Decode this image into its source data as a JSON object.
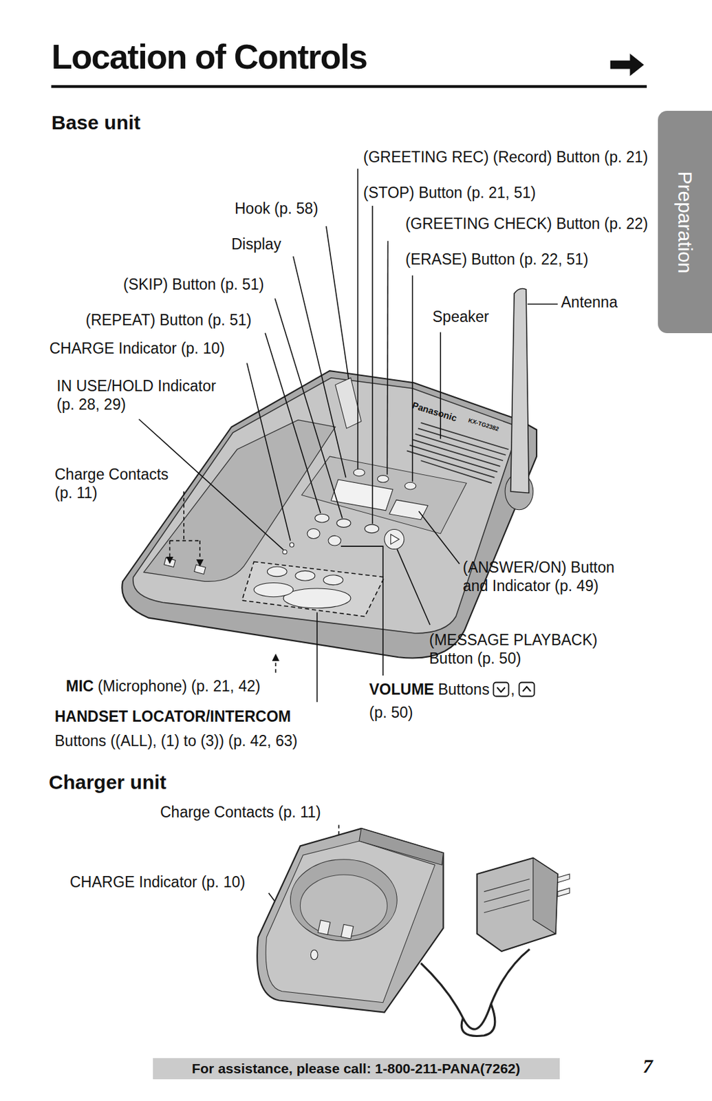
{
  "diagram": {
    "title": "Location of Controls",
    "nodes": [
      {
        "text": [
          "Preparation"
        ]
      },
      {
        "text": [
          "For assistance, please call: 1-800-211-PANA(7262)"
        ]
      }
    ],
    "labels": [
      "Base unit",
      "(GREETING REC) (Record) Button (p. 21)",
      "(STOP) Button (p. 21, 51)",
      "Hook (p. 58)",
      "(GREETING CHECK) Button (p. 22)",
      "Display",
      "(ERASE) Button (p. 22, 51)",
      "(SKIP) Button (p. 51)",
      "Antenna",
      "Speaker",
      "(REPEAT) Button (p. 51)",
      "CHARGE Indicator (p. 10)",
      "IN USE/HOLD Indicator (p. 28, 29)",
      "Panasonic",
      "KX-TG2382",
      "Charge Contacts (p. 11)",
      "(ANSWER/ON) Button and Indicator (p. 49)",
      "(MESSAGE PLAYBACK) Button (p. 50)",
      "MIC",
      "(Microphone) (p. 21, 42)",
      "VOLUME",
      "Buttons",
      ",",
      "(p. 50)",
      "HANDSET LOCATOR/INTERCOM",
      "Buttons ((ALL), (1) to (3)) (p. 42, 63)",
      "Charger unit",
      "Charge Contacts (p. 11)",
      "CHARGE Indicator (p. 10)",
      "7"
    ]
  }
}
